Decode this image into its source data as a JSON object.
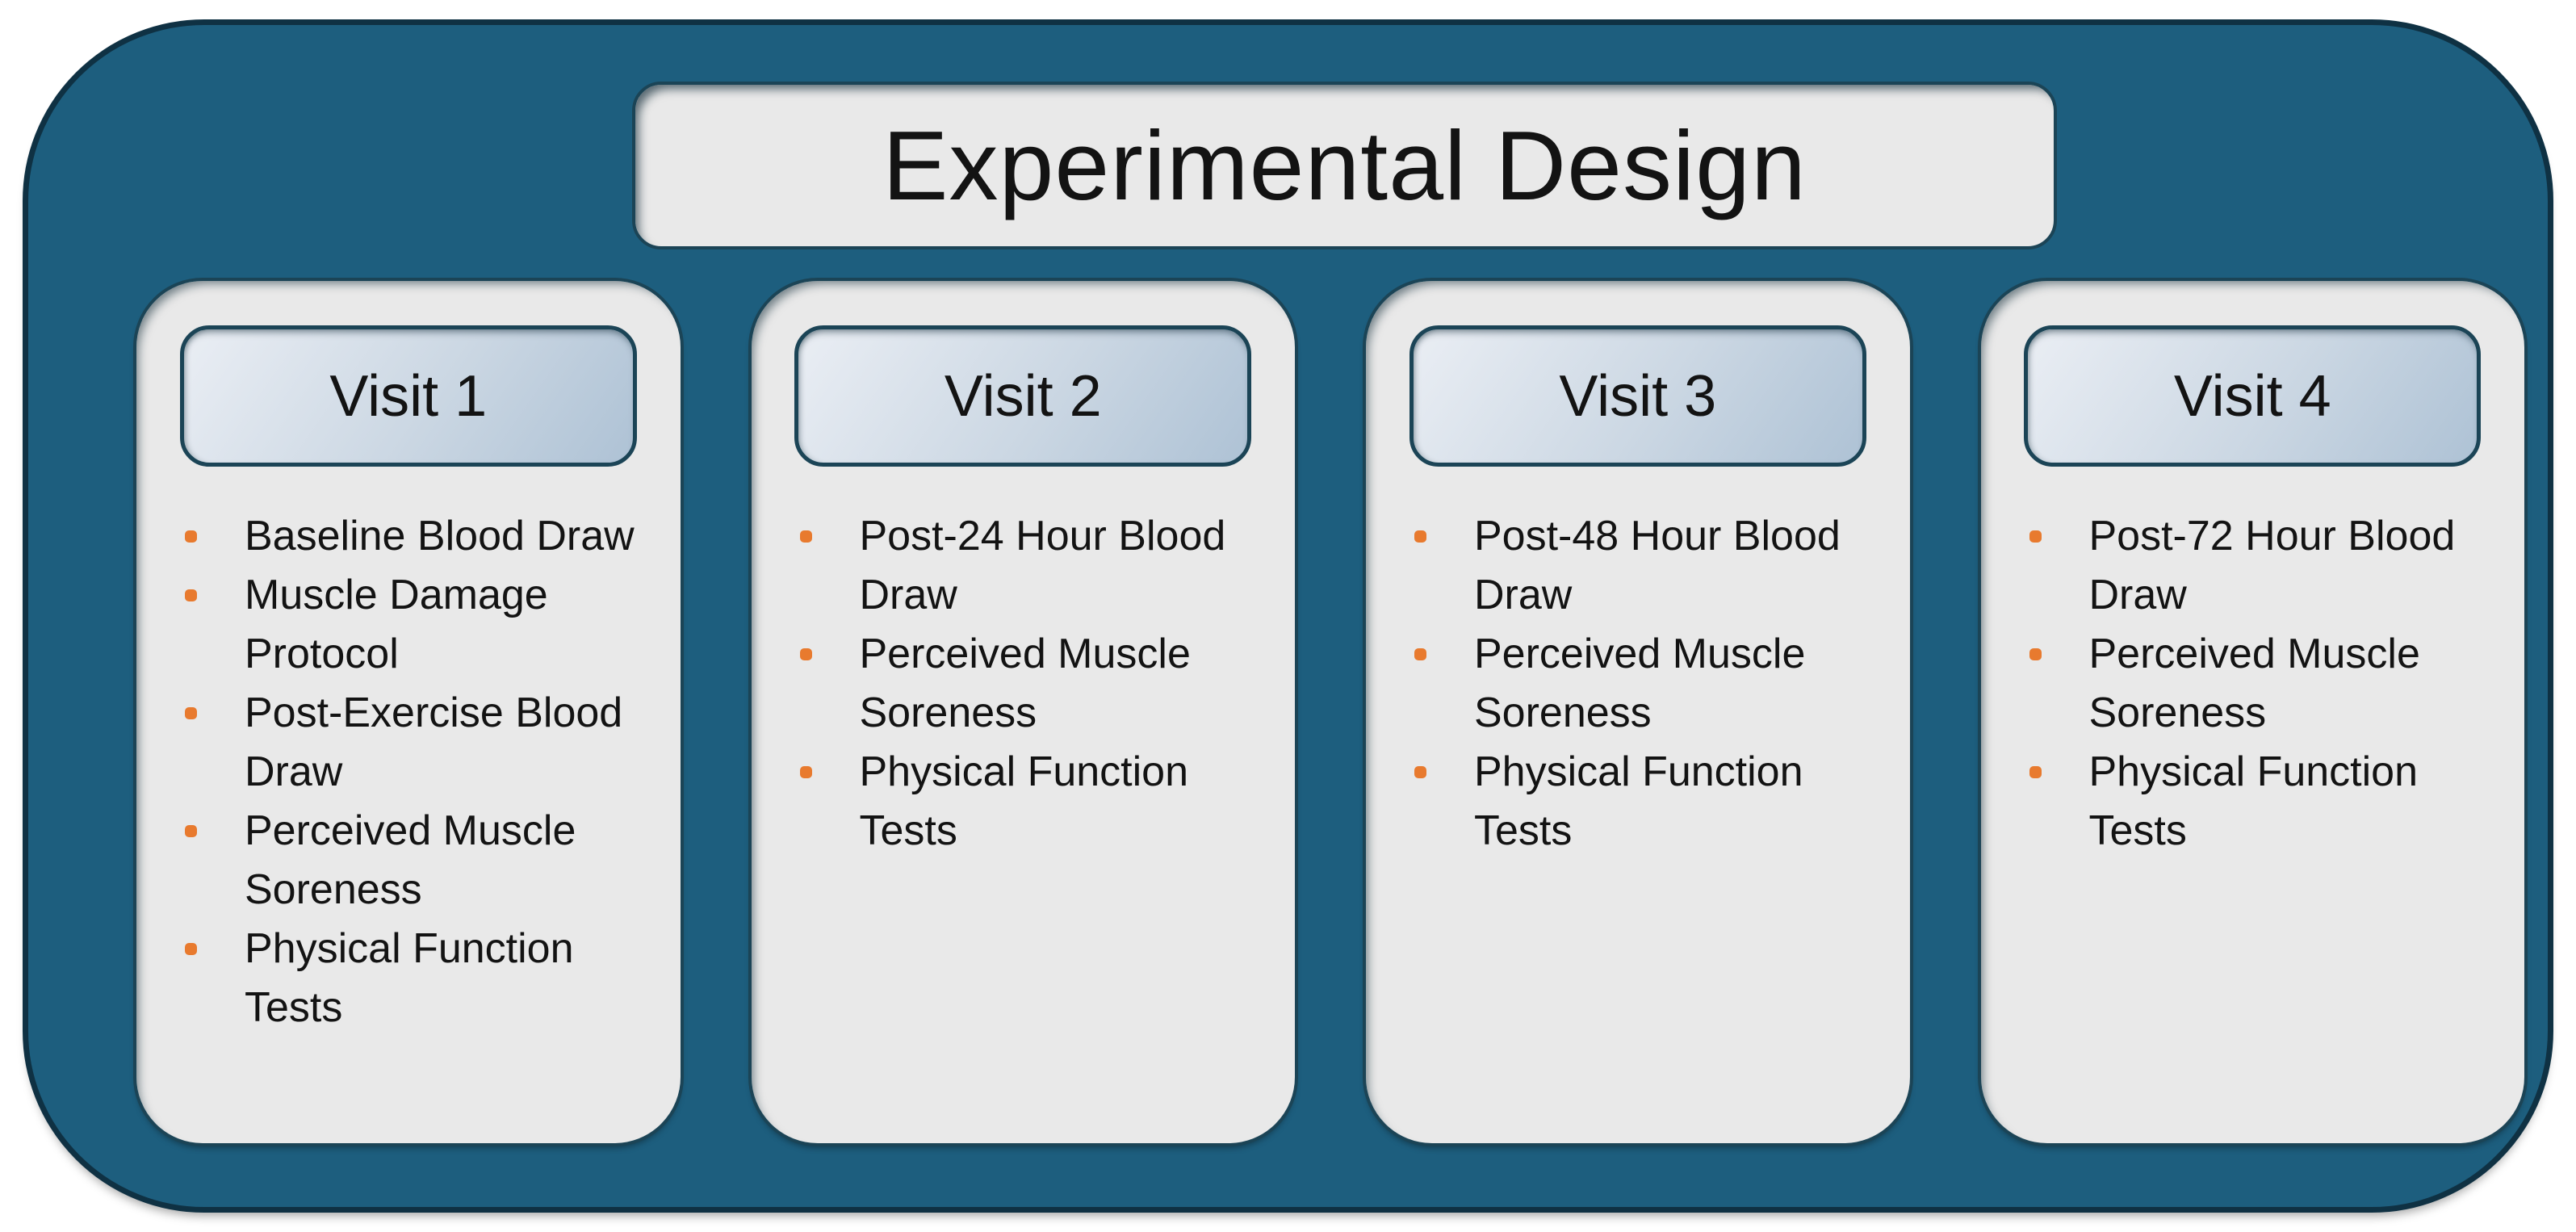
{
  "title": "Experimental Design",
  "colors": {
    "page_bg": "#ffffff",
    "panel_bg": "#1D5E7E",
    "panel_border": "#0F3143",
    "card_bg": "#E9E9E9",
    "box_border": "#1B4456",
    "header_grad_start": "#EAEEF4",
    "header_grad_mid": "#CBD7E3",
    "header_grad_end": "#AEC2D5",
    "bullet": "#E87A2E",
    "text": "#131313"
  },
  "bullet_icon": "orange-square-bullet",
  "columns": [
    {
      "header": "Visit 1",
      "items": [
        "Baseline Blood Draw",
        "Muscle Damage Protocol",
        "Post-Exercise Blood Draw",
        "Perceived Muscle Soreness",
        "Physical Function Tests"
      ]
    },
    {
      "header": "Visit 2",
      "items": [
        "Post-24 Hour Blood Draw",
        "Perceived Muscle Soreness",
        "Physical Function Tests"
      ]
    },
    {
      "header": "Visit 3",
      "items": [
        "Post-48 Hour Blood Draw",
        "Perceived Muscle Soreness",
        "Physical Function Tests"
      ]
    },
    {
      "header": "Visit 4",
      "items": [
        "Post-72 Hour Blood Draw",
        "Perceived Muscle Soreness",
        "Physical Function Tests"
      ]
    }
  ]
}
